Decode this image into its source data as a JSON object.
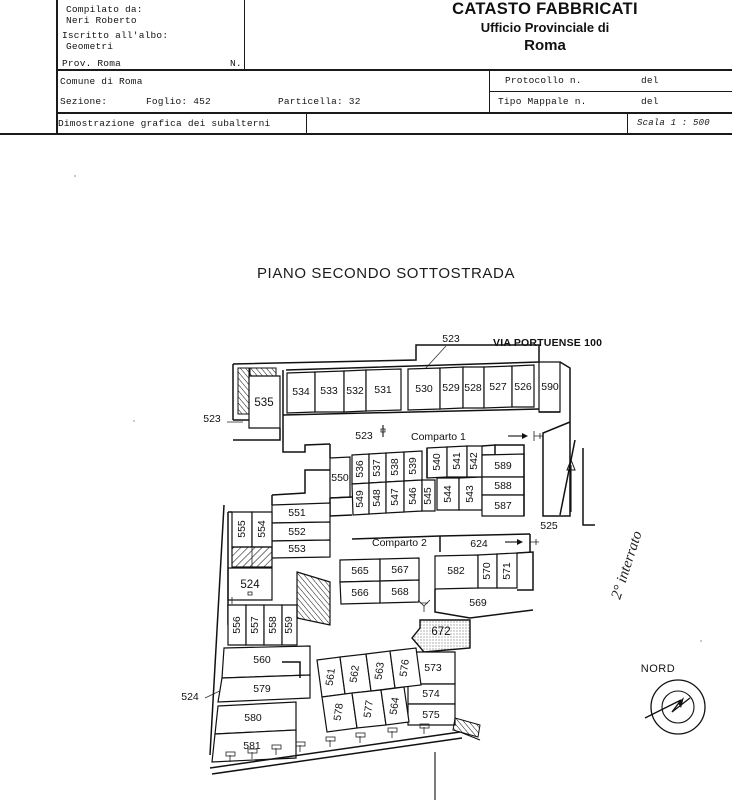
{
  "document": {
    "agency_title": "CATASTO FABBRICATI",
    "office_line": "Ufficio Provinciale di",
    "province": "Roma",
    "compiled_by_label": "Compilato da:",
    "compiled_by_value": "Neri Roberto",
    "registered_label": "Iscritto all'albo:",
    "registered_value": "Geometri",
    "prov_label": "Prov. Roma",
    "prov_n": "N.",
    "comune_label": "Comune di Roma",
    "sezione_label": "Sezione:",
    "foglio_label": "Foglio: 452",
    "particella_label": "Particella: 32",
    "subtitle": "Dimostrazione grafica dei subalterni",
    "protocollo_label": "Protocollo n.",
    "protocollo_del": "del",
    "tipo_mappale_label": "Tipo Mappale n.",
    "tipo_mappale_del": "del",
    "scala": "Scala 1 : 500"
  },
  "plan": {
    "title": "PIANO SECONDO SOTTOSTRADA",
    "street_label": "VIA PORTUENSE 100",
    "compass_label": "NORD",
    "handwritten_note": "2° interrato",
    "compartments": [
      {
        "name": "Comparto 1"
      },
      {
        "name": "Comparto 2"
      }
    ],
    "area_labels": [
      {
        "text": "523",
        "note": "left-leader"
      },
      {
        "text": "523",
        "note": "top-leader"
      },
      {
        "text": "523",
        "note": "comparto1-row"
      },
      {
        "text": "524",
        "note": "left-leader-lower"
      },
      {
        "text": "525",
        "note": "right-ramp"
      },
      {
        "text": "624",
        "note": "comparto2-row"
      }
    ],
    "units_top_row": [
      "535",
      "534",
      "533",
      "532",
      "531",
      "530",
      "529",
      "528",
      "527",
      "526",
      "590"
    ],
    "units_mid_upper": [
      "536",
      "537",
      "538",
      "539",
      "540",
      "541",
      "542"
    ],
    "units_mid_lower": [
      "549",
      "548",
      "547",
      "546",
      "545",
      "544",
      "543"
    ],
    "units_right_stack": [
      "589",
      "588",
      "587"
    ],
    "units_left_stack": [
      "555",
      "554",
      "551",
      "552",
      "553",
      "524",
      "556",
      "557",
      "558",
      "559"
    ],
    "units_center_block": [
      "565",
      "567",
      "566",
      "568"
    ],
    "units_lower_left": [
      "560",
      "579",
      "580",
      "581"
    ],
    "units_lower_mid": [
      "561",
      "562",
      "563",
      "576",
      "578",
      "577",
      "564"
    ],
    "units_lower_right": [
      "582",
      "570",
      "571",
      "569",
      "672",
      "573",
      "574",
      "575"
    ],
    "unit_550": "550"
  },
  "colors": {
    "ink": "#111111",
    "paper": "#ffffff"
  }
}
